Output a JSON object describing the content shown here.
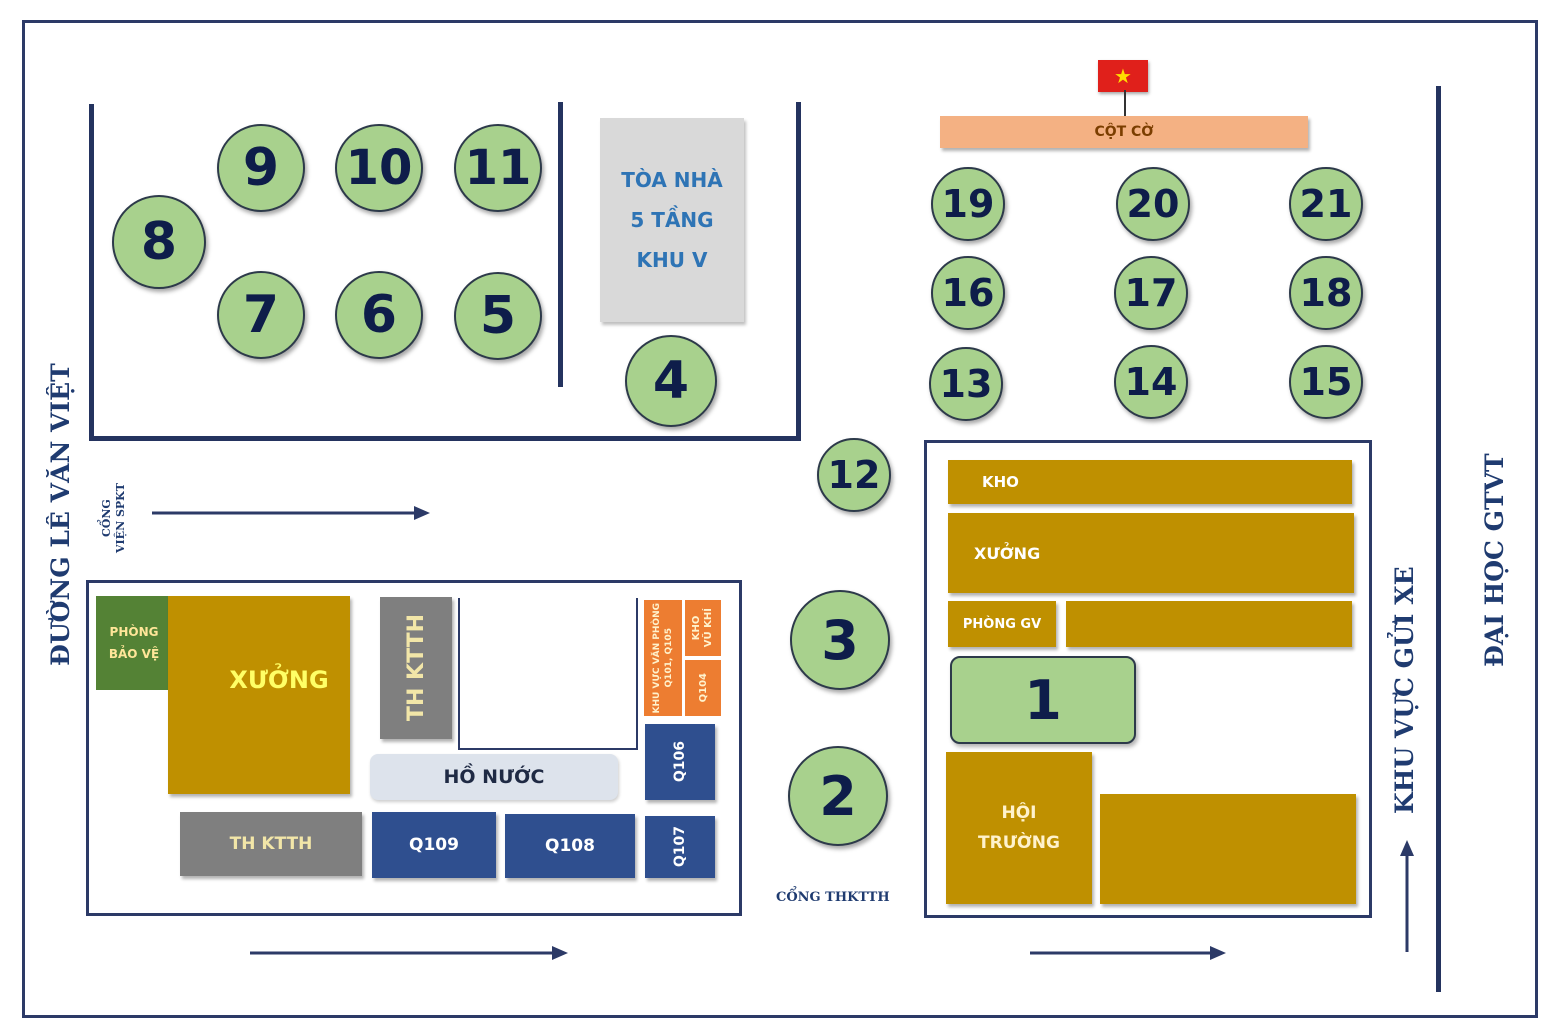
{
  "roads": {
    "left": "ĐƯỜNG LÊ VĂN VIỆT",
    "right": "ĐẠI HỌC GTVT",
    "parking": "KHU VỰC GỬI XE"
  },
  "gates": {
    "spkt_line1": "CỔNG",
    "spkt_line2": "VIỆN SPKT",
    "thkt": "CỔNG THKTTH"
  },
  "flagpole": {
    "label": "CỘT CỜ"
  },
  "tower": {
    "line1": "TÒA NHÀ",
    "line2": "5 TẦNG",
    "line3": "KHU V"
  },
  "circles": {
    "c1": "1",
    "c2": "2",
    "c3": "3",
    "c4": "4",
    "c5": "5",
    "c6": "6",
    "c7": "7",
    "c8": "8",
    "c9": "9",
    "c10": "10",
    "c11": "11",
    "c12": "12",
    "c13": "13",
    "c14": "14",
    "c15": "15",
    "c16": "16",
    "c17": "17",
    "c18": "18",
    "c19": "19",
    "c20": "20",
    "c21": "21"
  },
  "left_block": {
    "guard_line1": "PHÒNG",
    "guard_line2": "BẢO VỆ",
    "workshop": "XƯỞNG",
    "kt_vertical": "TH KTTH",
    "kt_horizontal": "TH KTTH",
    "office_area": "KHU VỰC VĂN PHÒNG",
    "office_rooms": "Q101, Q105",
    "weapons_line1": "KHO",
    "weapons_line2": "VŨ KHÍ",
    "q104": "Q104",
    "pond": "HỒ NƯỚC",
    "q106": "Q106",
    "q107": "Q107",
    "q108": "Q108",
    "q109": "Q109"
  },
  "right_block": {
    "warehouse": "KHO",
    "workshop": "XƯỞNG",
    "teacher_room": "PHÒNG GV",
    "hall_line1": "HỘI",
    "hall_line2": "TRƯỜNG"
  },
  "colors": {
    "frame": "#2c3a67",
    "circle_fill": "#a8d18d",
    "gold": "#bf9000",
    "blue_room": "#2f4f8f",
    "grey_room": "#7f7f7f",
    "orange_room": "#ed7d31",
    "guard": "#548235",
    "flagpole": "#f4b183"
  }
}
